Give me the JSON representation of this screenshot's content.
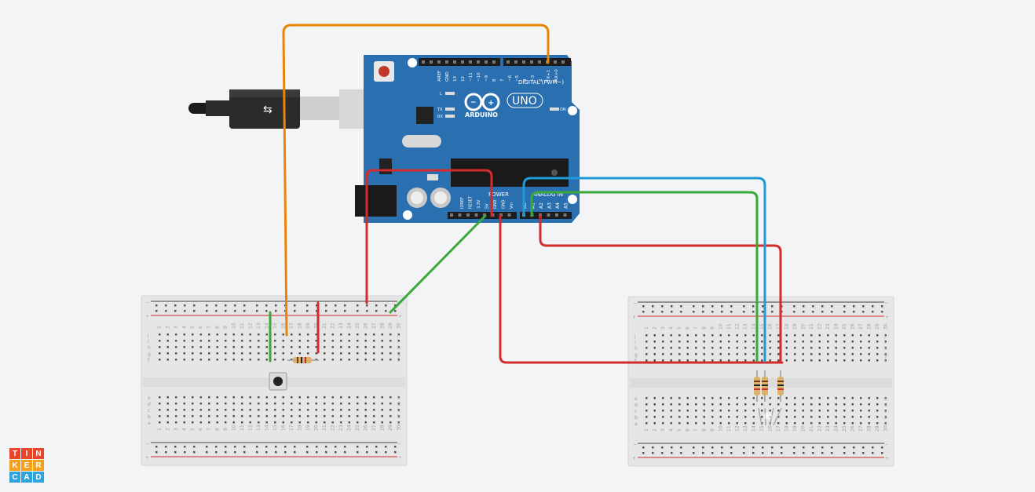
{
  "arduino": {
    "model": "UNO",
    "brand": "ARDUINO",
    "digital_header": "DIGITAL (PWM~)",
    "digital_pins": [
      "AREF",
      "GND",
      "13",
      "12",
      "~11",
      "~10",
      "~9",
      "8",
      "7",
      "~6",
      "~5",
      "4",
      "~3",
      "2",
      "TX+1",
      "RX+0"
    ],
    "power_header": "POWER",
    "power_pins": [
      "IOREF",
      "RESET",
      "3.3V",
      "5V",
      "GND",
      "GND",
      "Vin"
    ],
    "analog_header": "ANALOG IN",
    "analog_pins": [
      "A0",
      "A1",
      "A2",
      "A3",
      "A4",
      "A5"
    ],
    "led_l": "L",
    "led_tx": "TX",
    "led_rx": "RX",
    "led_on": "ON",
    "board_color": "#2a6fb0"
  },
  "breadboard": {
    "plus": "+",
    "minus": "−",
    "row_letters_top": [
      "j",
      "i",
      "h",
      "g",
      "f"
    ],
    "row_letters_bottom": [
      "e",
      "d",
      "c",
      "b",
      "a"
    ],
    "column_count": 30
  },
  "wires": {
    "orange": "#e8830c",
    "red": "#d42b2b",
    "green": "#3aa83a",
    "blue": "#1e9ad6"
  },
  "logo": {
    "letters": [
      "T",
      "I",
      "N",
      "K",
      "E",
      "R",
      "C",
      "A",
      "D"
    ],
    "colors": [
      "#e8462b",
      "#e8462b",
      "#e8462b",
      "#f4a01c",
      "#f4a01c",
      "#f4a01c",
      "#2ea3dc",
      "#2ea3dc",
      "#2ea3dc"
    ]
  }
}
